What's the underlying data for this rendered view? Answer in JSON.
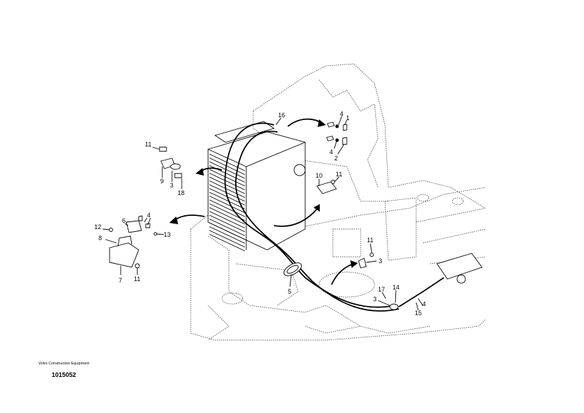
{
  "diagram": {
    "brand": "Volvo Construction Equipment",
    "figure_number": "1015052",
    "callouts": [
      "16",
      "4",
      "1",
      "4",
      "2",
      "11",
      "9",
      "3",
      "18",
      "10",
      "11",
      "6",
      "4",
      "12",
      "13",
      "8",
      "7",
      "11",
      "11",
      "3",
      "5",
      "17",
      "14",
      "3",
      "4",
      "15"
    ]
  }
}
